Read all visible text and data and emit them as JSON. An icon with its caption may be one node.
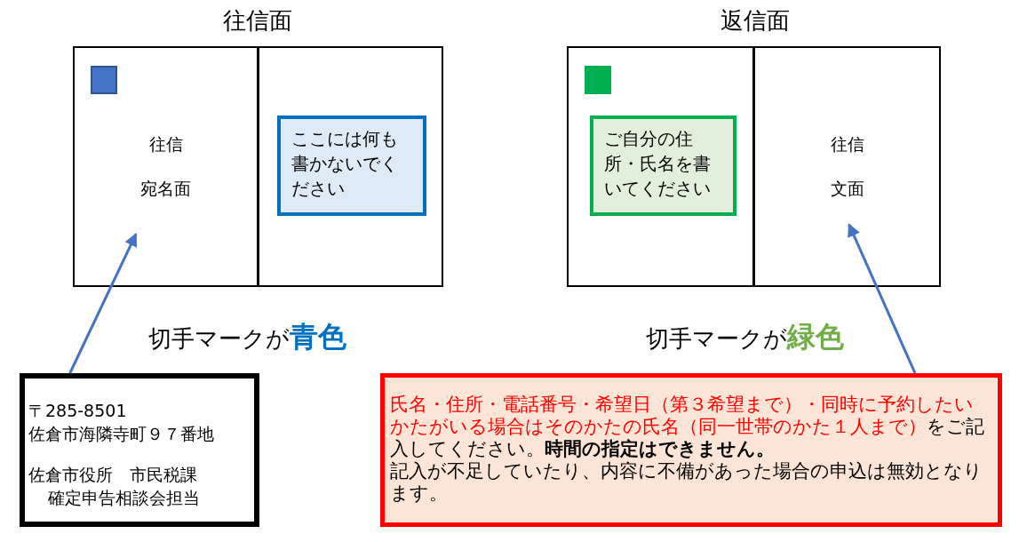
{
  "diagram": {
    "nodes": [
      {
        "text": [
          "往信",
          "宛名面"
        ]
      },
      {
        "text": [],
        "shape": "box"
      },
      {
        "text": [
          "ここには何も書かないでください"
        ],
        "in": 1
      },
      {
        "text": [],
        "shape": "box"
      },
      {
        "text": [
          "ご自分の住所・氏名を書いてください"
        ],
        "in": 3
      },
      {
        "text": [
          "往信",
          "文面"
        ]
      },
      {
        "text": [
          "〒285-8501",
          "佐倉市海隣寺町９７番地",
          "佐倉市役所　市民税課",
          "確定申告相談会担当"
        ]
      },
      {
        "text": [
          "氏名・住所・電話番号・希望日（第３希望まで）・同時に予約したいかたがいる場合はそのかたの氏名（同一世帯のかた１人まで）",
          "をご記入してください。**時間の指定はできません。**",
          "記入が不足していたり、内容に不備があった場合の申込は無効となります。"
        ]
      }
    ],
    "edges": [
      {
        "from": 6,
        "to": 0,
        "arrow": "to"
      },
      {
        "from": 7,
        "to": 5,
        "arrow": "to"
      }
    ],
    "labels": [
      "往信面",
      "返信面",
      "切手マークが**青色**",
      "切手マークが**緑色**"
    ]
  }
}
